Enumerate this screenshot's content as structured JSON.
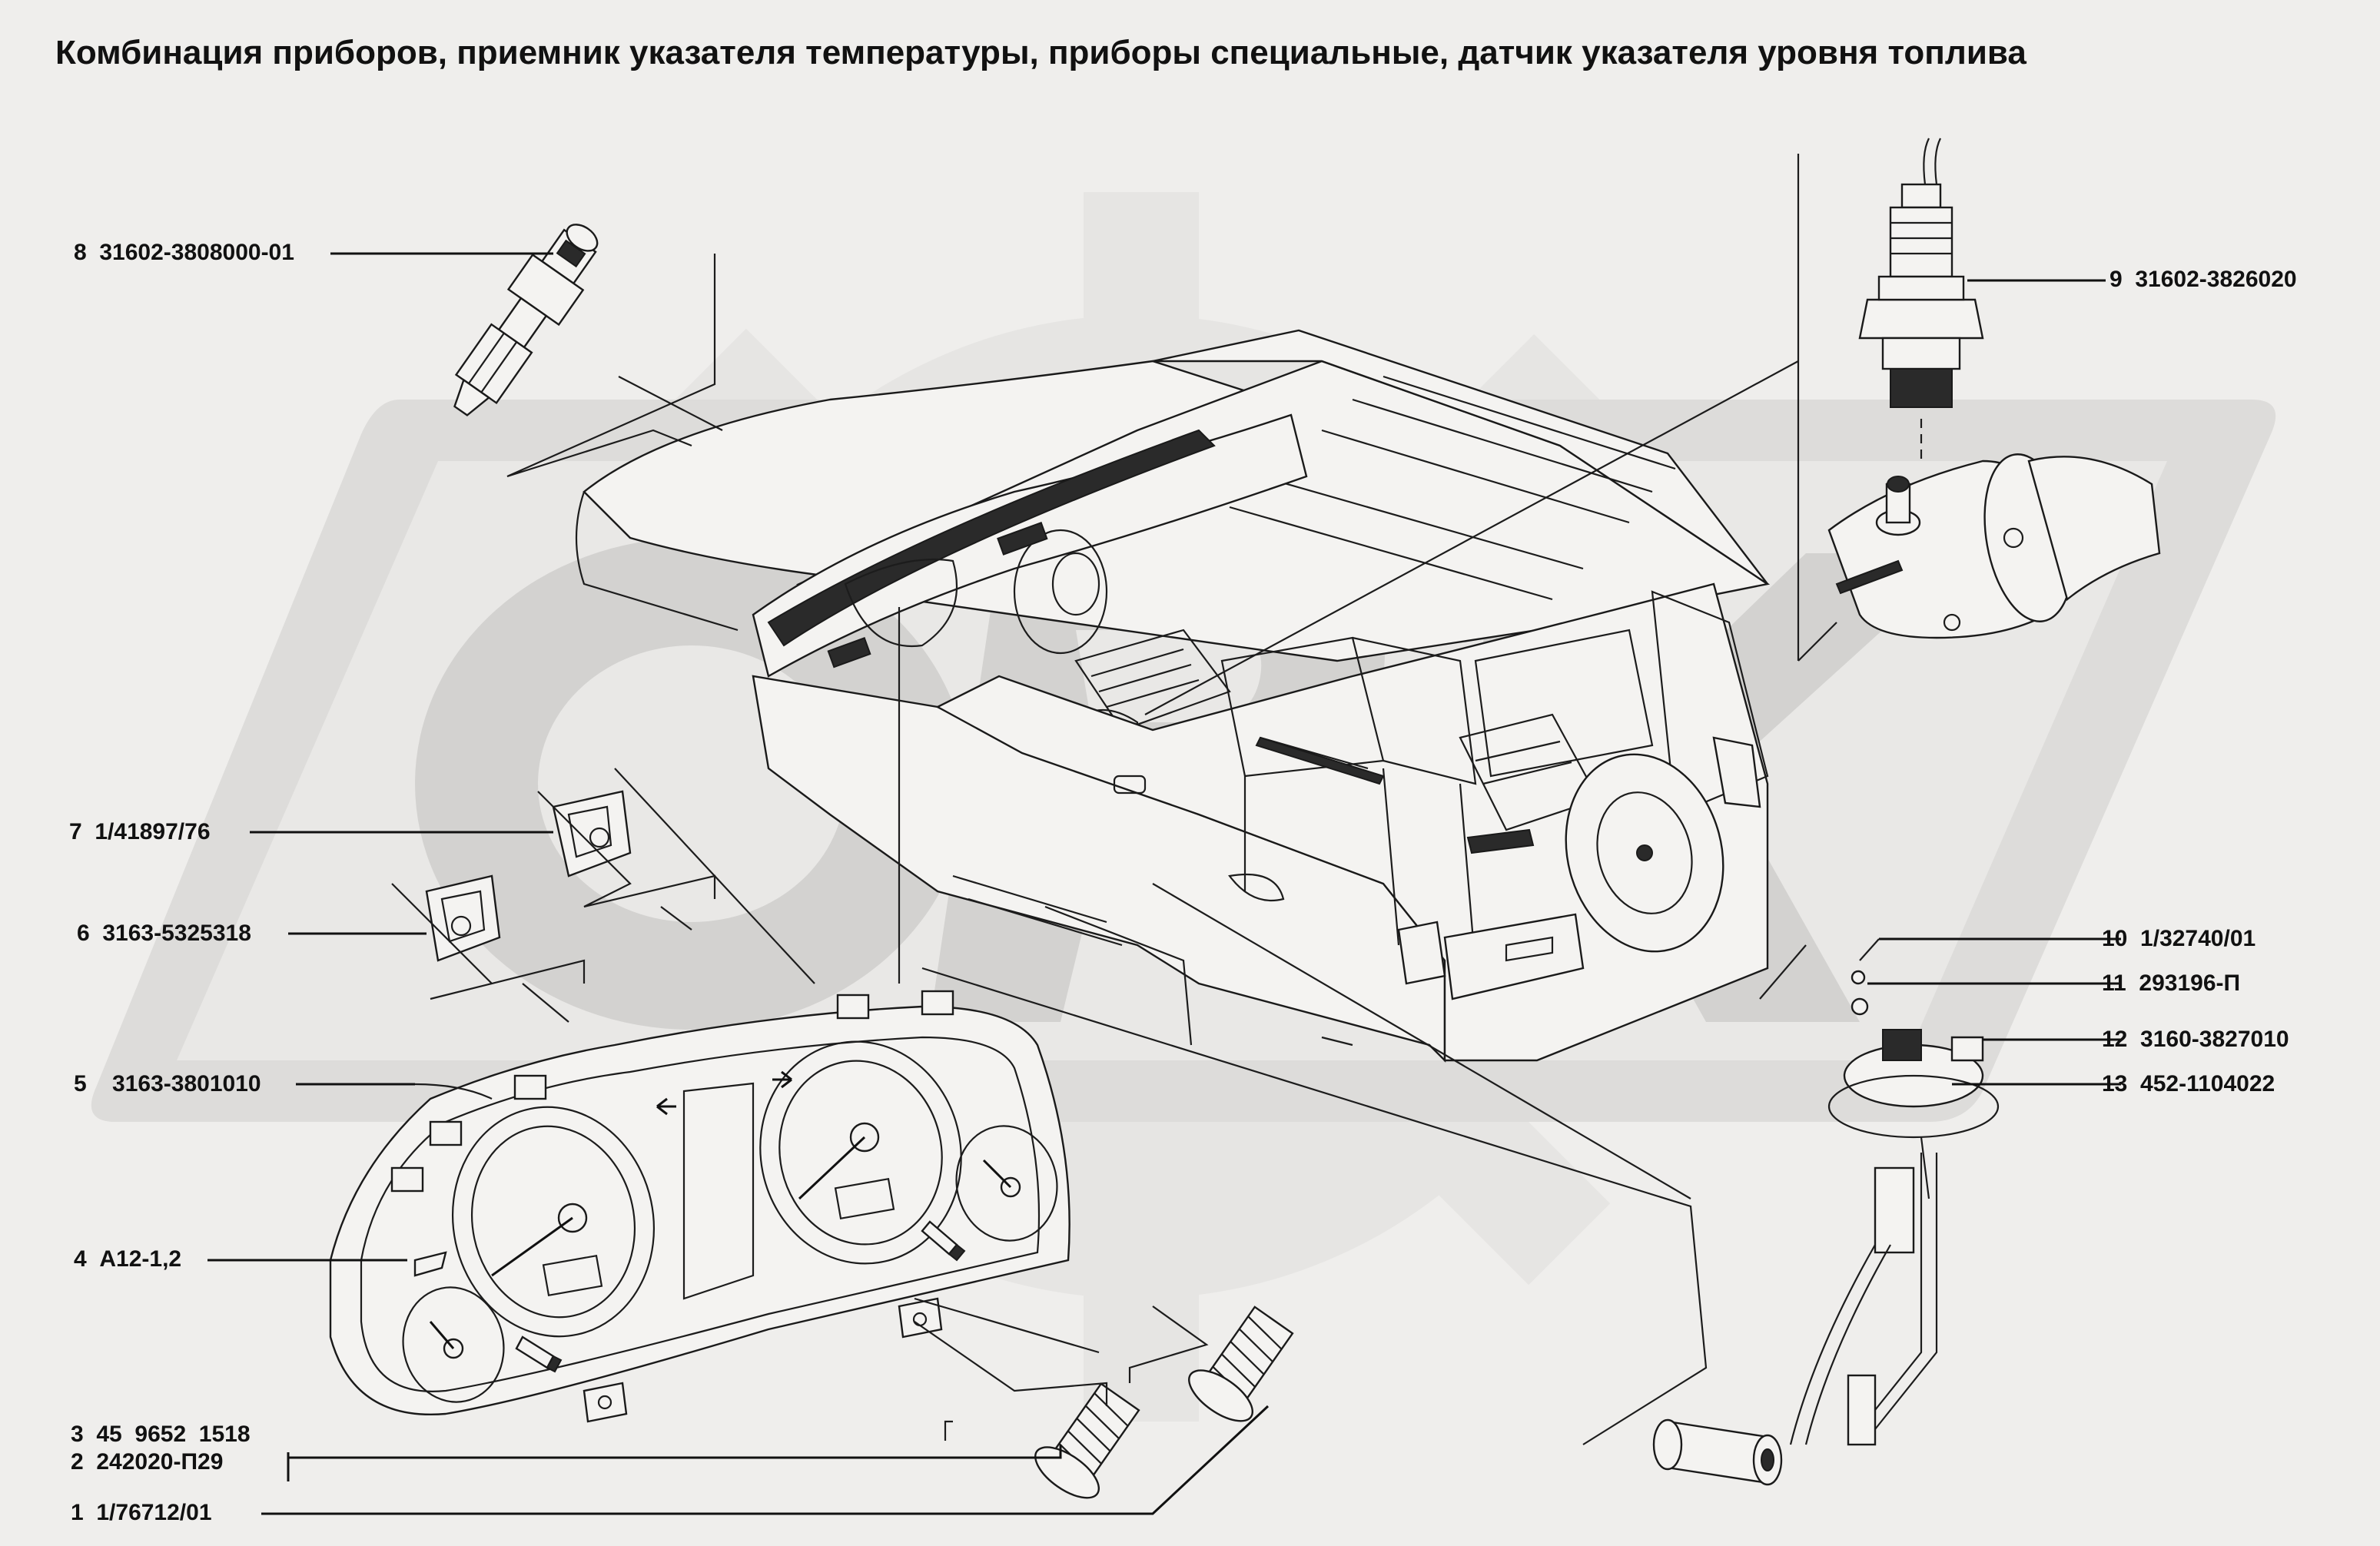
{
  "title": "Комбинация приборов, приемник указателя температуры, приборы специальные, датчик указателя уровня топлива",
  "watermark": "ОРК",
  "callouts": [
    {
      "num": "8",
      "code": "31602-3808000-01"
    },
    {
      "num": "9",
      "code": "31602-3826020"
    },
    {
      "num": "7",
      "code": "1/41897/76"
    },
    {
      "num": "6",
      "code": "3163-5325318"
    },
    {
      "num": "10",
      "code": "1/32740/01"
    },
    {
      "num": "11",
      "code": "293196-П"
    },
    {
      "num": "12",
      "code": "3160-3827010"
    },
    {
      "num": "5",
      "code": "3163-3801010"
    },
    {
      "num": "13",
      "code": "452-1104022"
    },
    {
      "num": "4",
      "code": "А12-1,2"
    },
    {
      "num": "3",
      "code": "45  9652  1518"
    },
    {
      "num": "2",
      "code": "242020-П29"
    },
    {
      "num": "1",
      "code": "1/76712/01"
    }
  ],
  "colors": {
    "background": "#efeeec",
    "ink": "#111111",
    "watermark": "#dddcda"
  }
}
